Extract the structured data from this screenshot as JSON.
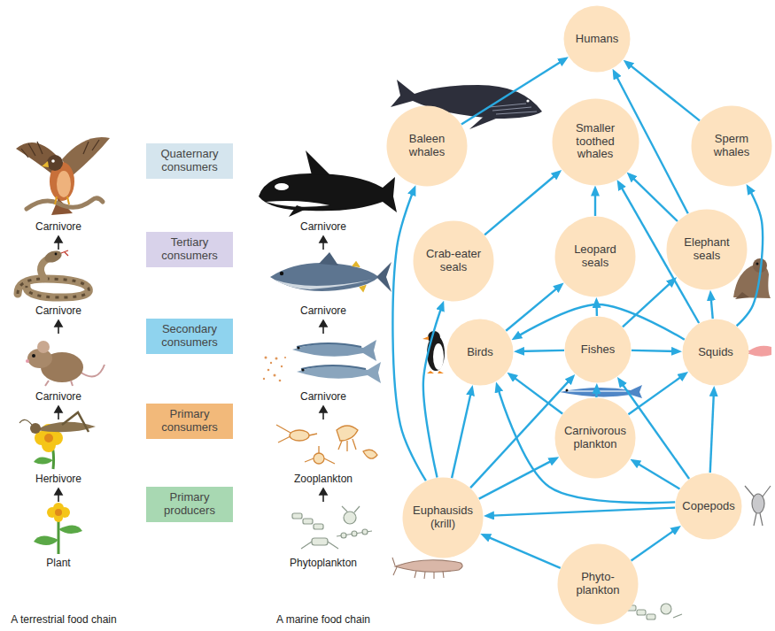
{
  "diagram": {
    "nodes": [
      {
        "text": [
          "Quaternary consumers"
        ]
      },
      {
        "text": [
          "Tertiary consumers"
        ]
      },
      {
        "text": [
          "Secondary consumers"
        ]
      },
      {
        "text": [
          "Primary consumers"
        ]
      },
      {
        "text": [
          "Primary producers"
        ]
      },
      {
        "text": [
          "Humans"
        ]
      },
      {
        "text": [
          "Baleen whales"
        ]
      },
      {
        "text": [
          "Smaller toothed whales"
        ]
      },
      {
        "text": [
          "Sperm whales"
        ]
      },
      {
        "text": [
          "Crab-eater seals"
        ]
      },
      {
        "text": [
          "Leopard seals"
        ]
      },
      {
        "text": [
          "Elephant seals"
        ]
      },
      {
        "text": [
          "Birds"
        ]
      },
      {
        "text": [
          "Fishes"
        ]
      },
      {
        "text": [
          "Squids"
        ]
      },
      {
        "text": [
          "Carnivorous plankton"
        ]
      },
      {
        "text": [
          "Euphausids (krill)"
        ]
      },
      {
        "text": [
          "Copepods"
        ]
      },
      {
        "text": [
          "Phyto- plankton"
        ]
      }
    ],
    "edges": [
      {
        "from": 6,
        "to": 5,
        "arrow": "to"
      },
      {
        "from": 8,
        "to": 5,
        "arrow": "to"
      },
      {
        "from": 11,
        "to": 5,
        "arrow": "to"
      },
      {
        "from": 9,
        "to": 7,
        "arrow": "to"
      },
      {
        "from": 10,
        "to": 7,
        "arrow": "to"
      },
      {
        "from": 11,
        "to": 7,
        "arrow": "to"
      },
      {
        "from": 14,
        "to": 7,
        "arrow": "to"
      },
      {
        "from": 14,
        "to": 8,
        "arrow": "to"
      },
      {
        "from": 12,
        "to": 10,
        "arrow": "to"
      },
      {
        "from": 13,
        "to": 10,
        "arrow": "to"
      },
      {
        "from": 13,
        "to": 11,
        "arrow": "to"
      },
      {
        "from": 14,
        "to": 11,
        "arrow": "to"
      },
      {
        "from": 16,
        "to": 6,
        "arrow": "to"
      },
      {
        "from": 16,
        "to": 9,
        "arrow": "to"
      },
      {
        "from": 13,
        "to": 12,
        "arrow": "to"
      },
      {
        "from": 14,
        "to": 12,
        "arrow": "to"
      },
      {
        "from": 13,
        "to": 14,
        "arrow": "to"
      },
      {
        "from": 16,
        "to": 12,
        "arrow": "to"
      },
      {
        "from": 16,
        "to": 13,
        "arrow": "to"
      },
      {
        "from": 16,
        "to": 15,
        "arrow": "to"
      },
      {
        "from": 15,
        "to": 12,
        "arrow": "to"
      },
      {
        "from": 15,
        "to": 13,
        "arrow": "to"
      },
      {
        "from": 15,
        "to": 14,
        "arrow": "to"
      },
      {
        "from": 17,
        "to": 15,
        "arrow": "to"
      },
      {
        "from": 17,
        "to": 12,
        "arrow": "to"
      },
      {
        "from": 17,
        "to": 13,
        "arrow": "to"
      },
      {
        "from": 17,
        "to": 14,
        "arrow": "to"
      },
      {
        "from": 17,
        "to": 16,
        "arrow": "to"
      },
      {
        "from": 18,
        "to": 16,
        "arrow": "to"
      },
      {
        "from": 18,
        "to": 17,
        "arrow": "to"
      }
    ],
    "labels": [
      "Carnivore",
      "Carnivore",
      "Carnivore",
      "Herbivore",
      "Plant",
      "Carnivore",
      "Carnivore",
      "Carnivore",
      "Zooplankton",
      "Phytoplankton",
      "A terrestrial food chain",
      "A marine food chain"
    ]
  }
}
